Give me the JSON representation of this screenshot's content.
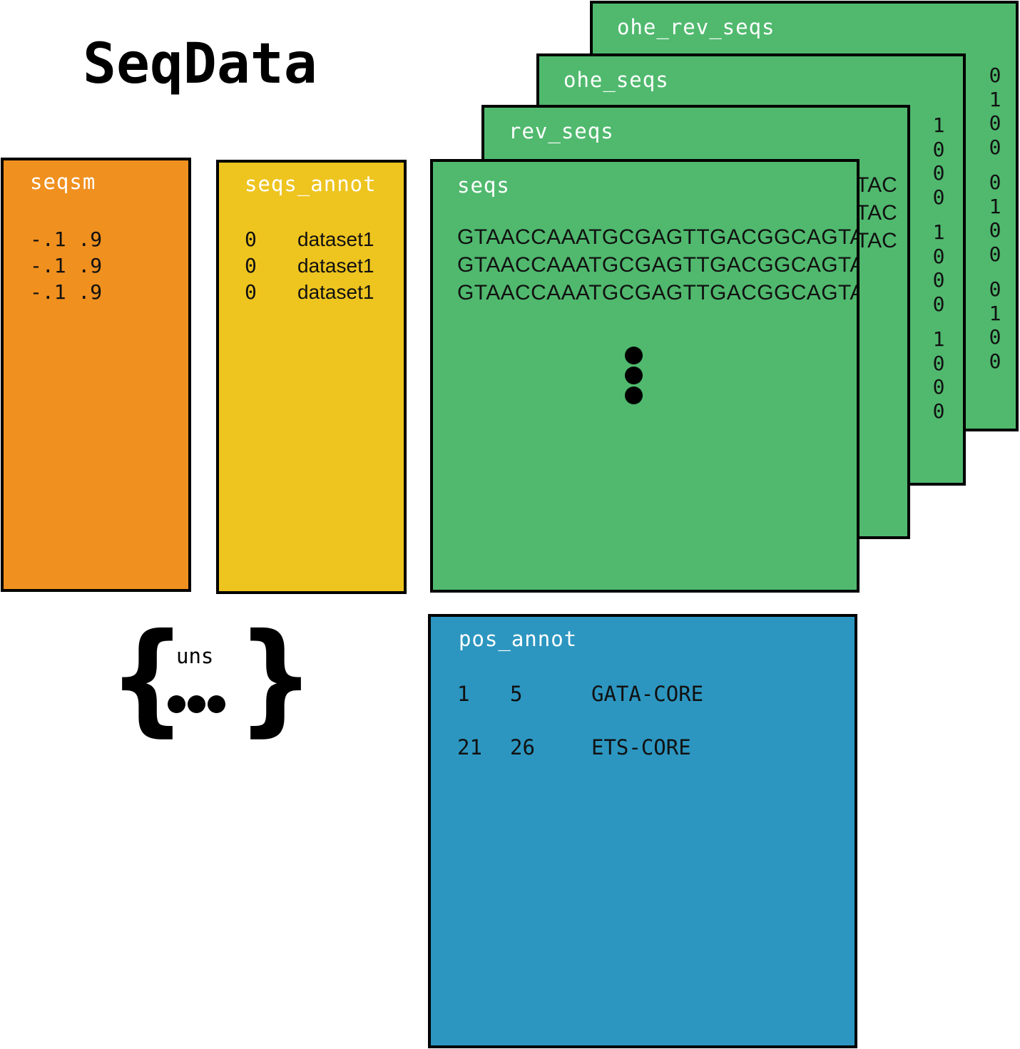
{
  "title": "SeqData",
  "colors": {
    "seqsm": "#f0901f",
    "seqs_annot": "#eec41f",
    "seqs_layers": "#50b96e",
    "pos_annot": "#2c96c0",
    "border": "#000000"
  },
  "seqsm": {
    "label": "seqsm",
    "rows": [
      "-.1 .9",
      "-.1 .9",
      "-.1 .9"
    ]
  },
  "seqs_annot": {
    "label": "seqs_annot",
    "rows": [
      {
        "index": "0",
        "value": "dataset1"
      },
      {
        "index": "0",
        "value": "dataset1"
      },
      {
        "index": "0",
        "value": "dataset1"
      }
    ]
  },
  "layers": {
    "ohe_rev_seqs": {
      "label": "ohe_rev_seqs",
      "groups": [
        [
          "0",
          "1",
          "0",
          "0"
        ],
        [
          "0",
          "1",
          "0",
          "0"
        ],
        [
          "0",
          "1",
          "0",
          "0"
        ]
      ]
    },
    "ohe_seqs": {
      "label": "ohe_seqs",
      "groups": [
        [
          "1",
          "0",
          "0",
          "0"
        ],
        [
          "1",
          "0",
          "0",
          "0"
        ],
        [
          "1",
          "0",
          "0",
          "0"
        ]
      ]
    },
    "rev_seqs": {
      "label": "rev_seqs",
      "rows": [
        "TAC",
        "TAC",
        "TAC"
      ]
    },
    "seqs": {
      "label": "seqs",
      "rows": [
        "GTAACCAAATGCGAGTTGACGGCAGTA",
        "GTAACCAAATGCGAGTTGACGGCAGTA",
        "GTAACCAAATGCGAGTTGACGGCAGTA"
      ]
    }
  },
  "uns": {
    "label": "uns",
    "open_brace": "{",
    "close_brace": "}"
  },
  "pos_annot": {
    "label": "pos_annot",
    "rows": [
      {
        "start": "1",
        "end": "5",
        "name": "GATA-CORE"
      },
      {
        "start": "21",
        "end": "26",
        "name": "ETS-CORE"
      }
    ]
  }
}
